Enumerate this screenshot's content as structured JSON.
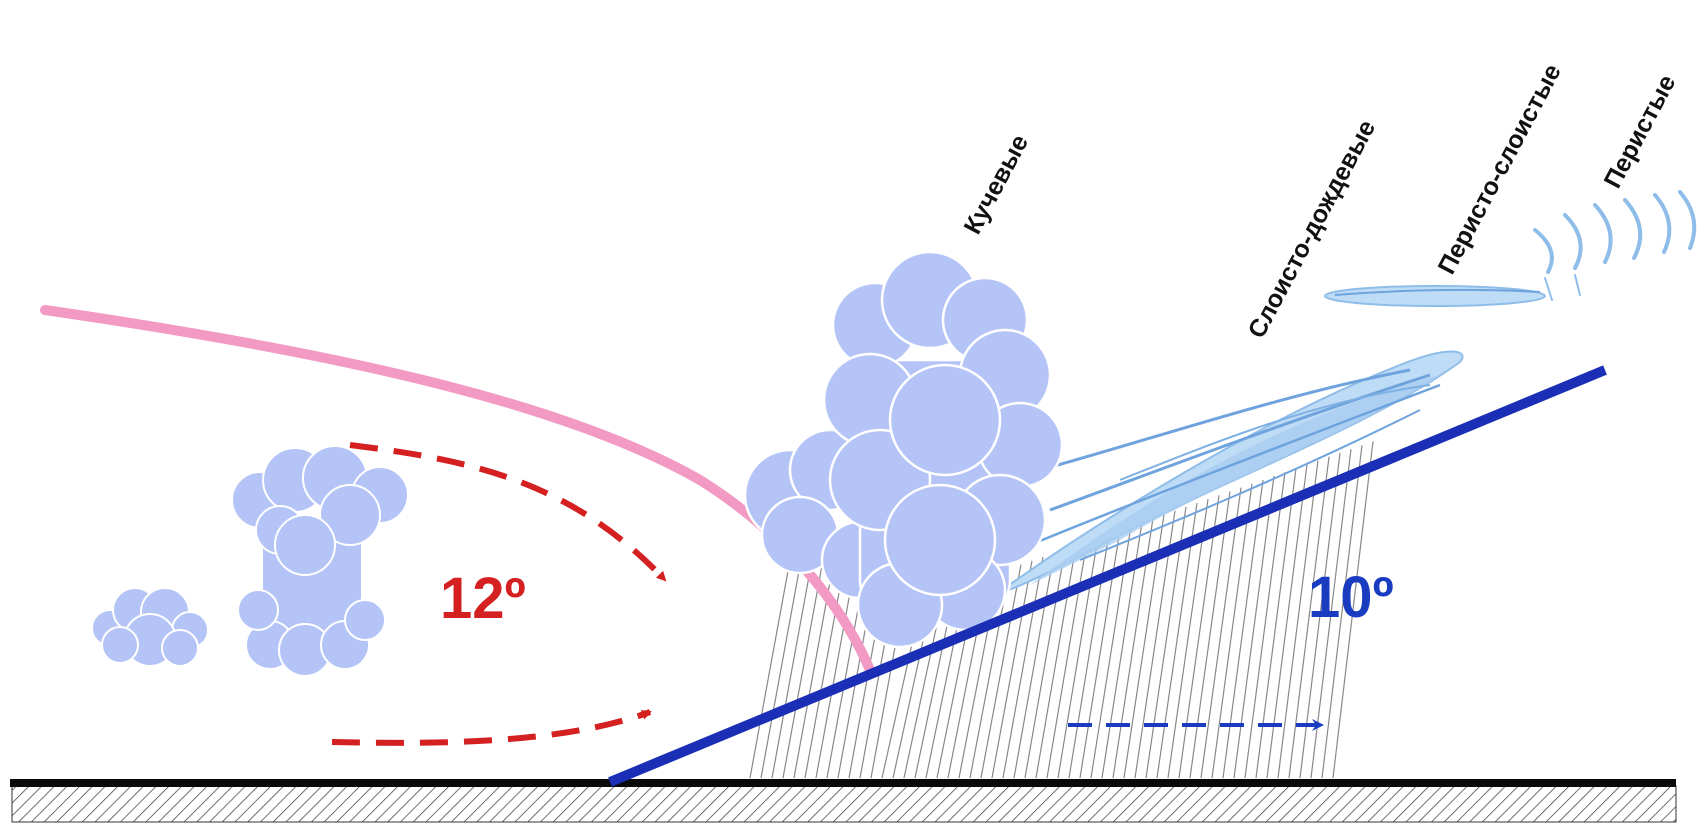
{
  "labels": {
    "cumulus": "Кучевые",
    "nimbostratus": "Слоисто-дождевые",
    "cirrostratus": "Перисто-слоистые",
    "cirrus": "Перистые"
  },
  "temperatures": {
    "warm": "12º",
    "cold": "10º"
  },
  "colors": {
    "warm_temp": "#d42020",
    "cold_temp": "#1a3cc0",
    "cold_front": "#1a2fb5",
    "upper_boundary": "#f29ac4",
    "cloud_fill": "#b4c4f6",
    "stratus_fill": "#bfdcf6",
    "stratus_line": "#6fa3dd",
    "ground": "#0a0a0a"
  }
}
